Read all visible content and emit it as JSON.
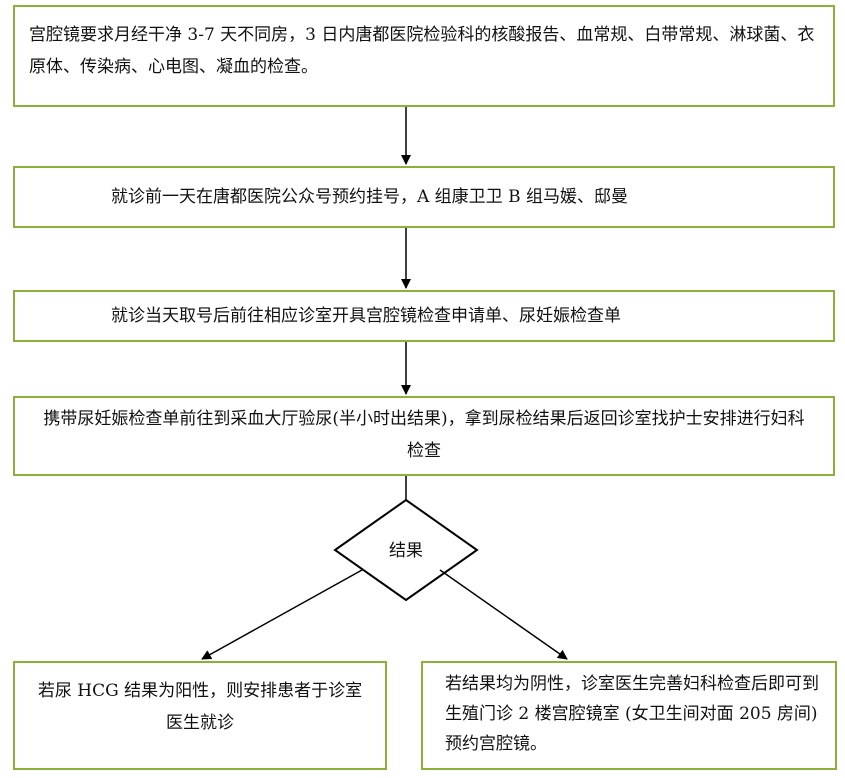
{
  "steps": {
    "s1": "宫腔镜要求月经干净 3-7 天不同房，3 日内唐都医院检验科的核酸报告、血常规、白带常规、淋球菌、衣原体、传染病、心电图、凝血的检查。",
    "s2": "就诊前一天在唐都医院公众号预约挂号，A 组康卫卫  B 组马媛、邸曼",
    "s3": "就诊当天取号后前往相应诊室开具宫腔镜检查申请单、尿妊娠检查单",
    "s4": "携带尿妊娠检查单前往到采血大厅验尿(半小时出结果)，拿到尿检结果后返回诊室找护士安排进行妇科检查"
  },
  "decision": {
    "label": "结果"
  },
  "outcomes": {
    "positive": "若尿 HCG 结果为阳性，则安排患者于诊室医生就诊",
    "negative": "若结果均为阴性，诊室医生完善妇科检查后即可到生殖门诊 2 楼宫腔镜室 (女卫生间对面 205 房间)预约宫腔镜。"
  },
  "colors": {
    "box_border": "#8bb13a",
    "line": "#000000",
    "text": "#111111"
  }
}
